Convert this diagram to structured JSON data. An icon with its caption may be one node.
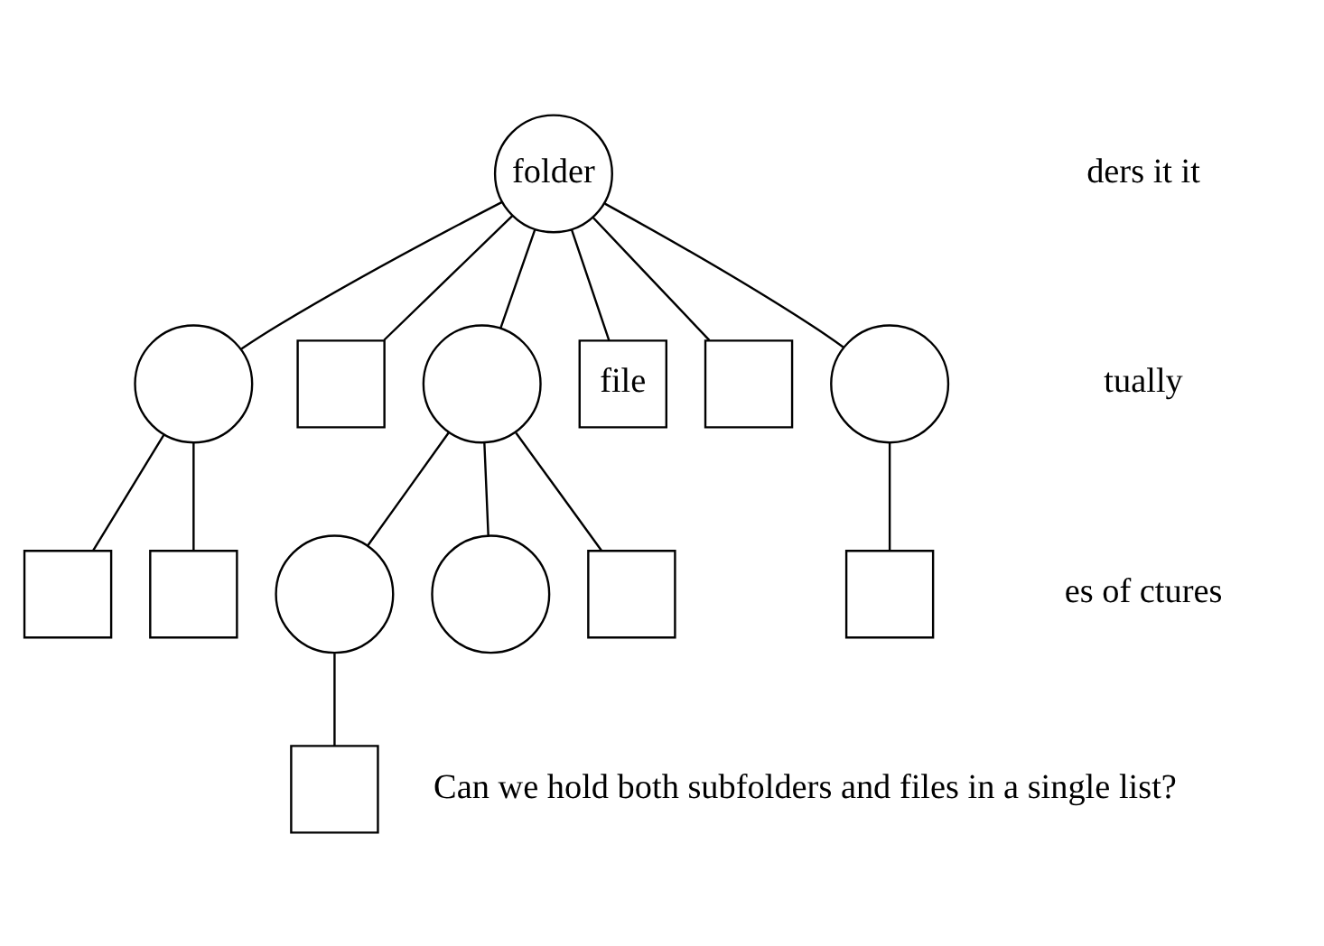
{
  "diagram": {
    "nodes": [
      {
        "text": [
          "folder"
        ]
      },
      {
        "text": [],
        "shape": "circle"
      },
      {
        "text": [],
        "shape": "box"
      },
      {
        "text": [],
        "shape": "circle"
      },
      {
        "text": [
          "file"
        ]
      },
      {
        "text": [],
        "shape": "box"
      },
      {
        "text": [],
        "shape": "circle"
      },
      {
        "text": [],
        "shape": "box"
      },
      {
        "text": [],
        "shape": "box"
      },
      {
        "text": [],
        "shape": "circle"
      },
      {
        "text": [],
        "shape": "circle"
      },
      {
        "text": [],
        "shape": "box"
      },
      {
        "text": [],
        "shape": "box"
      },
      {
        "text": [],
        "shape": "box"
      }
    ],
    "edges": [
      {
        "from": 0,
        "to": 1,
        "arrow": "none"
      },
      {
        "from": 0,
        "to": 2,
        "arrow": "none"
      },
      {
        "from": 0,
        "to": 3,
        "arrow": "none"
      },
      {
        "from": 0,
        "to": 4,
        "arrow": "none"
      },
      {
        "from": 0,
        "to": 5,
        "arrow": "none"
      },
      {
        "from": 0,
        "to": 6,
        "arrow": "none"
      },
      {
        "from": 1,
        "to": 7,
        "arrow": "none"
      },
      {
        "from": 1,
        "to": 8,
        "arrow": "none"
      },
      {
        "from": 3,
        "to": 9,
        "arrow": "none"
      },
      {
        "from": 3,
        "to": 10,
        "arrow": "none"
      },
      {
        "from": 3,
        "to": 11,
        "arrow": "none"
      },
      {
        "from": 6,
        "to": 12,
        "arrow": "none"
      },
      {
        "from": 9,
        "to": 13,
        "arrow": "none"
      }
    ],
    "labels": [
      "ders it it",
      "tually",
      "es of ctures",
      "Can we hold both subfolders and files in a single list?"
    ]
  }
}
